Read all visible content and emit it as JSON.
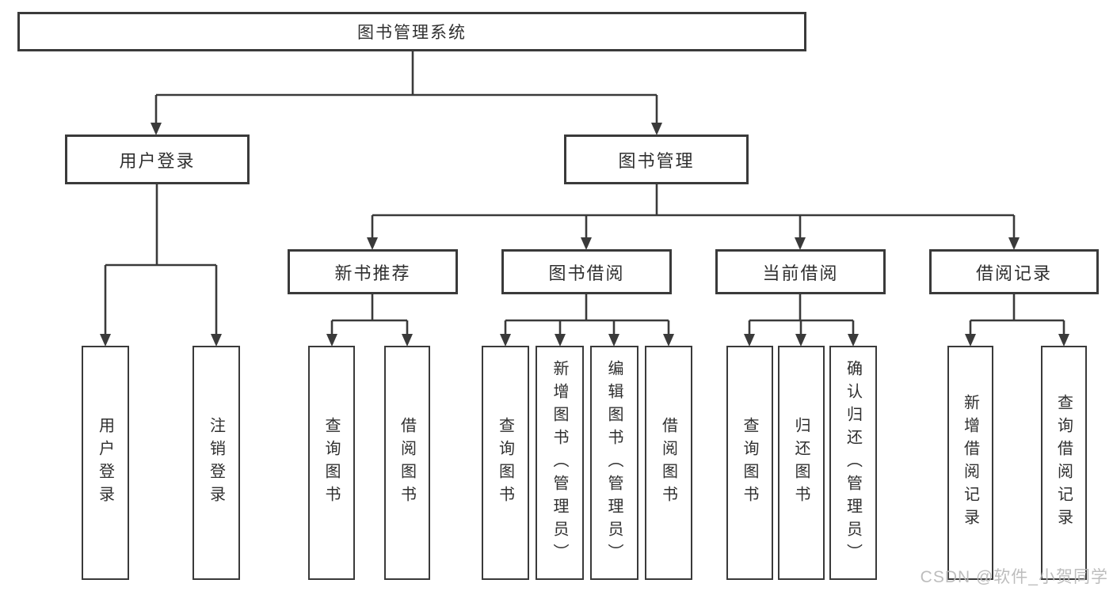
{
  "diagram": {
    "title": "图书管理系统",
    "tree": {
      "root": "图书管理系统",
      "branches": [
        {
          "label": "用户登录",
          "children": [
            "用户登录",
            "注销登录"
          ]
        },
        {
          "label": "图书管理",
          "groups": [
            {
              "label": "新书推荐",
              "children": [
                "查询图书",
                "借阅图书"
              ]
            },
            {
              "label": "图书借阅",
              "children": [
                "查询图书",
                "新增图书（管理员）",
                "编辑图书（管理员）",
                "借阅图书"
              ]
            },
            {
              "label": "当前借阅",
              "children": [
                "查询图书",
                "归还图书",
                "确认归还（管理员）"
              ]
            },
            {
              "label": "借阅记录",
              "children": [
                "新增借阅记录",
                "查询借阅记录"
              ]
            }
          ]
        }
      ]
    },
    "colors": {
      "line": "#3a3a3a",
      "text": "#2f2f2f",
      "background": "#ffffff",
      "watermark": "#b7b7b7"
    }
  },
  "watermark": {
    "text": "CSDN @软件_小贺同学"
  }
}
